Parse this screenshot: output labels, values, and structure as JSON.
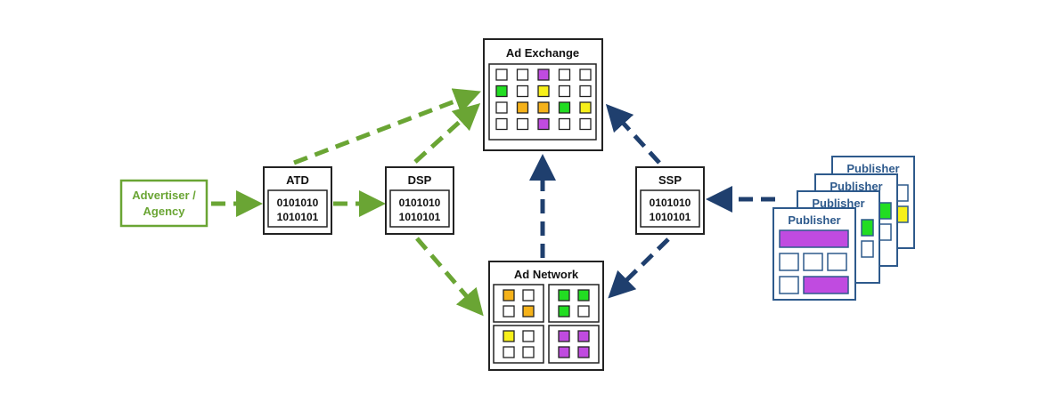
{
  "colors": {
    "green_flow": "#6aa534",
    "blue_flow": "#1f3f6e",
    "box_border": "#222222",
    "publisher_border": "#2e5a8c",
    "publisher_text": "#2e5a8c",
    "cell_purple": "#c04be0",
    "cell_green": "#22dd22",
    "cell_yellow": "#f7f01a",
    "cell_orange": "#f5b21a",
    "cell_white": "#ffffff"
  },
  "advertiser": {
    "line1": "Advertiser /",
    "line2": "Agency"
  },
  "atd": {
    "title": "ATD",
    "code1": "0101010",
    "code2": "1010101"
  },
  "dsp": {
    "title": "DSP",
    "code1": "0101010",
    "code2": "1010101"
  },
  "ssp": {
    "title": "SSP",
    "code1": "0101010",
    "code2": "1010101"
  },
  "ad_exchange": {
    "title": "Ad Exchange",
    "grid": [
      [
        "white",
        "white",
        "purple",
        "white",
        "white"
      ],
      [
        "green",
        "white",
        "yellow",
        "white",
        "white"
      ],
      [
        "white",
        "orange",
        "orange",
        "green",
        "yellow"
      ],
      [
        "white",
        "white",
        "purple",
        "white",
        "white"
      ]
    ]
  },
  "ad_network": {
    "title": "Ad Network",
    "panels": [
      [
        "orange",
        "white",
        "white",
        "orange"
      ],
      [
        "green",
        "green",
        "green",
        "white"
      ],
      [
        "yellow",
        "white",
        "white",
        "white"
      ],
      [
        "purple",
        "purple",
        "purple",
        "purple"
      ]
    ]
  },
  "publishers": [
    {
      "label": "Publisher"
    },
    {
      "label": "Publisher"
    },
    {
      "label": "Publisher"
    },
    {
      "label": "Publisher"
    }
  ]
}
